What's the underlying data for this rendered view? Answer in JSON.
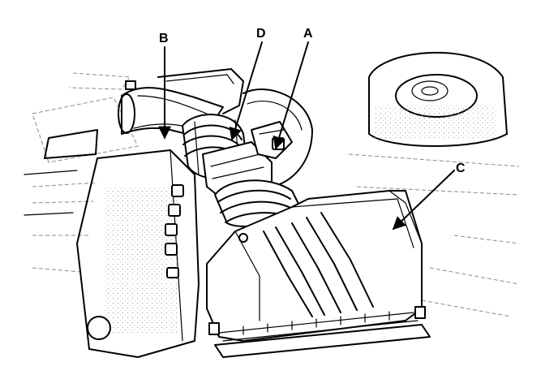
{
  "diagram": {
    "callouts": [
      {
        "id": "callout-a",
        "label": "A"
      },
      {
        "id": "callout-b",
        "label": "B"
      },
      {
        "id": "callout-c",
        "label": "C"
      },
      {
        "id": "callout-d",
        "label": "D"
      }
    ]
  }
}
